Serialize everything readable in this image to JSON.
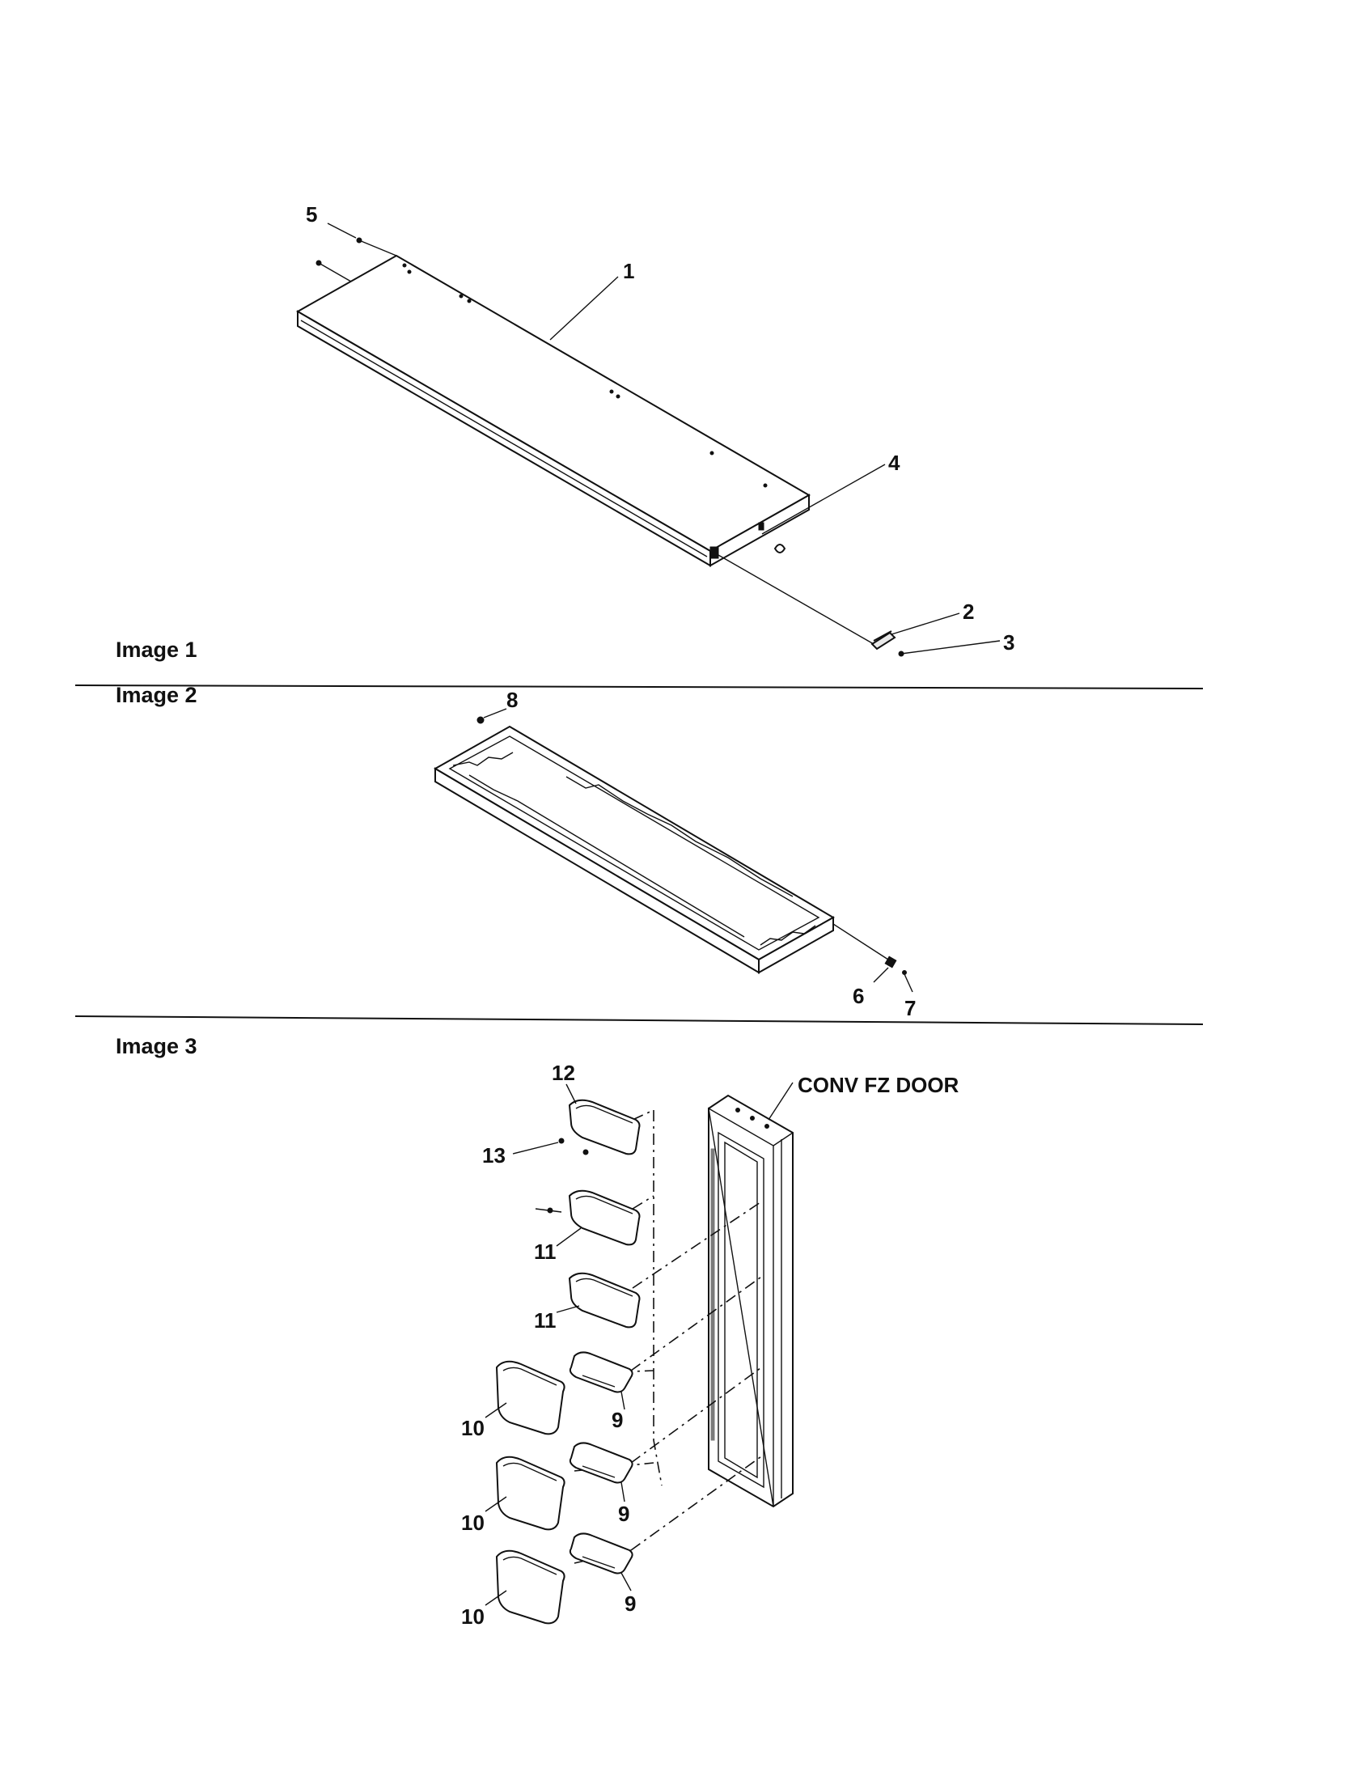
{
  "sections": [
    {
      "label": "Image 1"
    },
    {
      "label": "Image 2"
    },
    {
      "label": "Image 3"
    }
  ],
  "callouts": {
    "c1": "1",
    "c2": "2",
    "c3": "3",
    "c4": "4",
    "c5": "5",
    "c6": "6",
    "c7": "7",
    "c8": "8",
    "c9a": "9",
    "c9b": "9",
    "c9c": "9",
    "c10a": "10",
    "c10b": "10",
    "c10c": "10",
    "c11a": "11",
    "c11b": "11",
    "c12": "12",
    "c13": "13"
  },
  "door_label": "CONV FZ DOOR"
}
